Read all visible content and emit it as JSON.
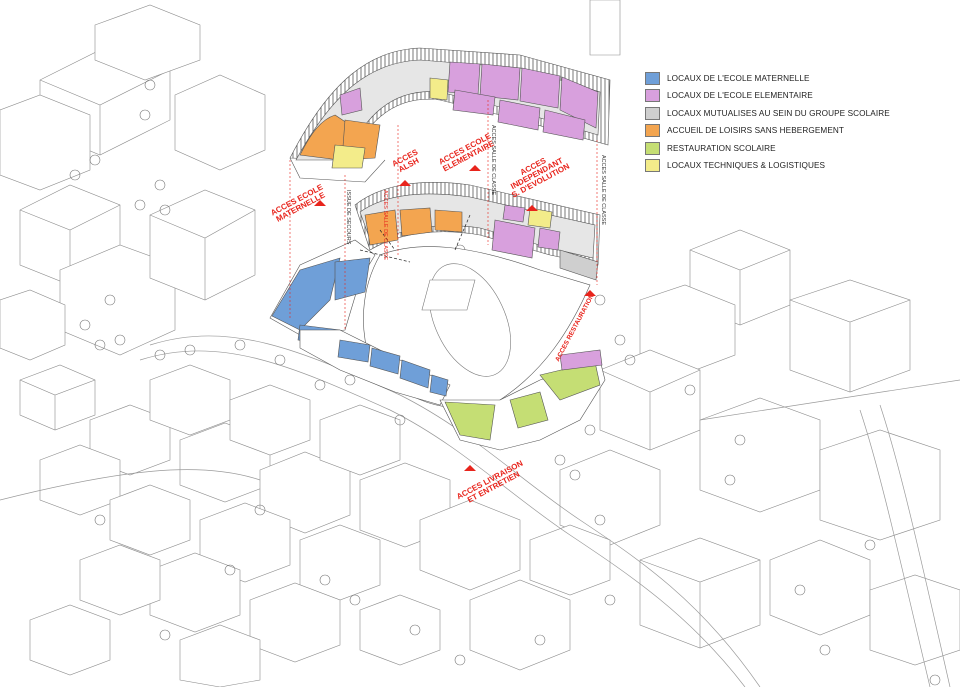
{
  "legend": [
    {
      "label": "LOCAUX DE L'ECOLE MATERNELLE",
      "color": "#6f9fd8"
    },
    {
      "label": "LOCAUX DE L'ECOLE ELEMENTAIRE",
      "color": "#d8a0dd"
    },
    {
      "label": "LOCAUX MUTUALISES AU SEIN DU GROUPE SCOLAIRE",
      "color": "#cfcfcf"
    },
    {
      "label": "ACCUEIL DE LOISIRS SANS HEBERGEMENT",
      "color": "#f3a550"
    },
    {
      "label": "RESTAURATION SCOLAIRE",
      "color": "#c5de74"
    },
    {
      "label": "LOCAUX TECHNIQUES & LOGISTIQUES",
      "color": "#f3ec8a"
    }
  ],
  "labels": {
    "acces_maternelle": "ACCES ECOLE\nMATERNELLE",
    "acces_alsh": "ACCES\nALSH",
    "acces_elementaire": "ACCES ECOLE\nELEMENTAIRE",
    "acces_evolution": "ACCES\nINDEPENDANT\nS. D'EVOLUTION",
    "acces_restauration": "ACCES RESTAURATION",
    "acces_livraison": "ACCES LIVRAISON\nET ENTRETIEN",
    "issue_secours_1": "ISSUE DE SECOURS",
    "issue_secours_2": "ACCES SALLE DE CLASSE",
    "acces_salle_1": "ACCES SALLE DE CLASSE",
    "acces_salle_2": "ACCES SALLE DE CLASSE"
  },
  "colors": {
    "access_red": "#e8241c",
    "line_grey": "#9a9a9a"
  }
}
